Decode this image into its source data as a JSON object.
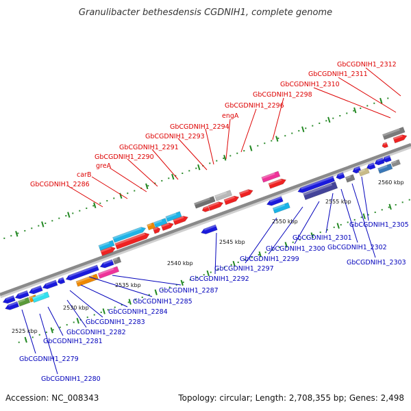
{
  "title": "Granulibacter bethesdensis CGDNIH1, complete genome",
  "footer": {
    "accession": "Accession: NC_008343",
    "summary": "Topology: circular; Length: 2,708,355 bp; Genes: 2,498"
  },
  "colors": {
    "forward_label": "#dd0000",
    "reverse_label": "#0000bb",
    "backbone": "#909090",
    "tick_green": "#228822"
  },
  "scale_ticks": [
    {
      "label": "2525 kbp",
      "kbp": 2525
    },
    {
      "label": "2530 kbp",
      "kbp": 2530
    },
    {
      "label": "2535 kbp",
      "kbp": 2535
    },
    {
      "label": "2540 kbp",
      "kbp": 2540
    },
    {
      "label": "2545 kbp",
      "kbp": 2545
    },
    {
      "label": "2550 kbp",
      "kbp": 2550
    },
    {
      "label": "2555 kbp",
      "kbp": 2555
    },
    {
      "label": "2560 kbp",
      "kbp": 2560
    }
  ],
  "forward_labels": [
    "GbCGDNIH1_2286",
    "carB",
    "greA",
    "GbCGDNIH1_2290",
    "GbCGDNIH1_2291",
    "GbCGDNIH1_2293",
    "GbCGDNIH1_2294",
    "engA",
    "GbCGDNIH1_2296",
    "GbCGDNIH1_2298",
    "GbCGDNIH1_2310",
    "GbCGDNIH1_2311",
    "GbCGDNIH1_2312"
  ],
  "reverse_labels": [
    "GbCGDNIH1_2279",
    "GbCGDNIH1_2280",
    "GbCGDNIH1_2281",
    "GbCGDNIH1_2282",
    "GbCGDNIH1_2283",
    "GbCGDNIH1_2284",
    "GbCGDNIH1_2285",
    "GbCGDNIH1_2287",
    "GbCGDNIH1_2292",
    "GbCGDNIH1_2297",
    "GbCGDNIH1_2299",
    "GbCGDNIH1_2300",
    "GbCGDNIH1_2301",
    "GbCGDNIH1_2302",
    "GbCGDNIH1_2303",
    "GbCGDNIH1_2305"
  ]
}
